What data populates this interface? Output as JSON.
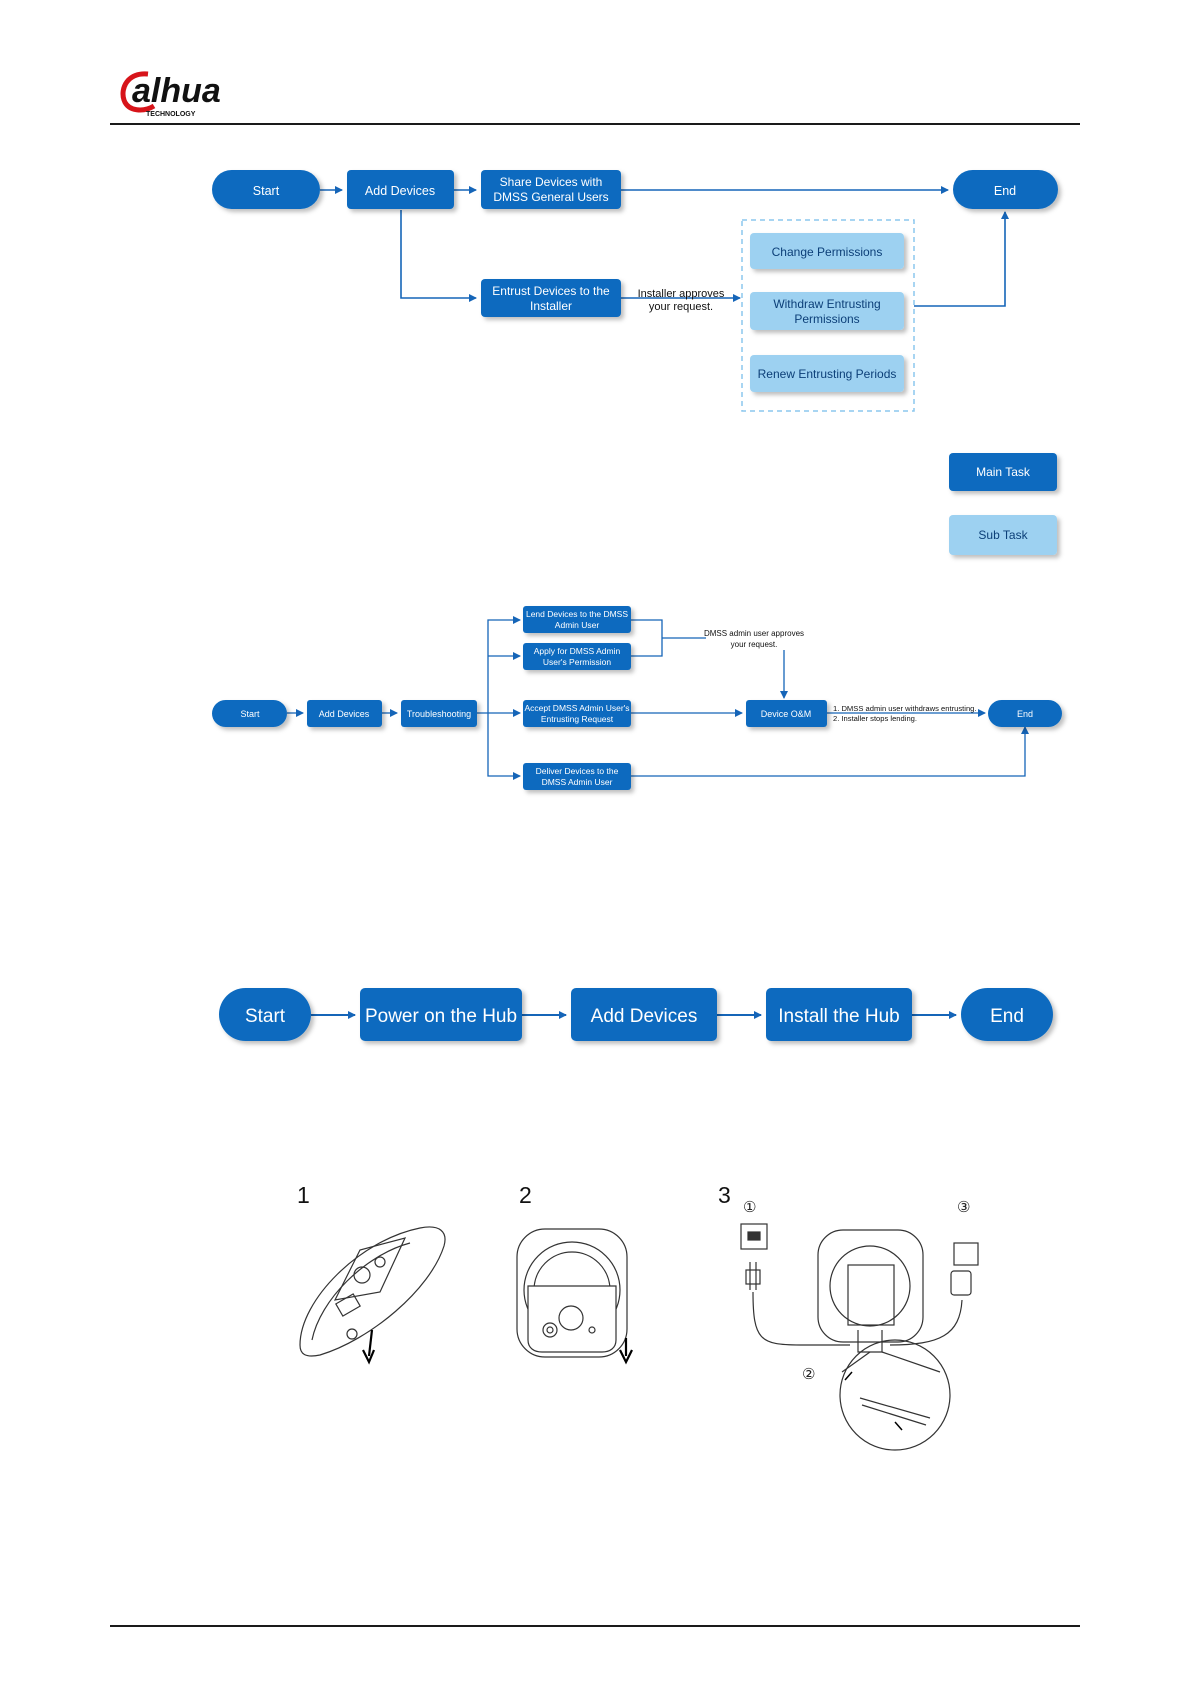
{
  "header": {
    "logo_text": "alhua",
    "logo_subtext": "TECHNOLOGY"
  },
  "flow1": {
    "start": "Start",
    "add_devices": "Add Devices",
    "share_line1": "Share Devices with",
    "share_line2": "DMSS General Users",
    "end": "End",
    "entrust_line1": "Entrust Devices to the",
    "entrust_line2": "Installer",
    "approve_line1": "Installer approves",
    "approve_line2": "your request.",
    "change_permissions": "Change Permissions",
    "withdraw_line1": "Withdraw Entrusting",
    "withdraw_line2": "Permissions",
    "renew": "Renew Entrusting Periods"
  },
  "legend": {
    "main_task": "Main Task",
    "sub_task": "Sub Task"
  },
  "flow2": {
    "start": "Start",
    "add_devices": "Add Devices",
    "troubleshooting": "Troubleshooting",
    "lend_line1": "Lend Devices to the DMSS",
    "lend_line2": "Admin User",
    "apply_line1": "Apply for DMSS Admin",
    "apply_line2": "User's Permission",
    "accept_line1": "Accept DMSS Admin User's",
    "accept_line2": "Entrusting Request",
    "deliver_line1": "Deliver Devices to the",
    "deliver_line2": "DMSS Admin User",
    "device_om": "Device O&M",
    "approves_line1": "DMSS admin user approves",
    "approves_line2": "your request.",
    "cond_line1": "1. DMSS admin user withdraws entrusting.",
    "cond_line2": "2. Installer stops lending.",
    "end": "End"
  },
  "flow3": {
    "start": "Start",
    "power_on": "Power on the Hub",
    "add_devices": "Add Devices",
    "install": "Install the Hub",
    "end": "End"
  },
  "steps": {
    "n1": "1",
    "n2": "2",
    "n3": "3",
    "c1": "①",
    "c2": "②",
    "c3": "③"
  },
  "colors": {
    "main": "#0b6bbf",
    "sub": "#9dd1f1",
    "line": "#1565b8",
    "sub_text": "#0c3f78"
  }
}
